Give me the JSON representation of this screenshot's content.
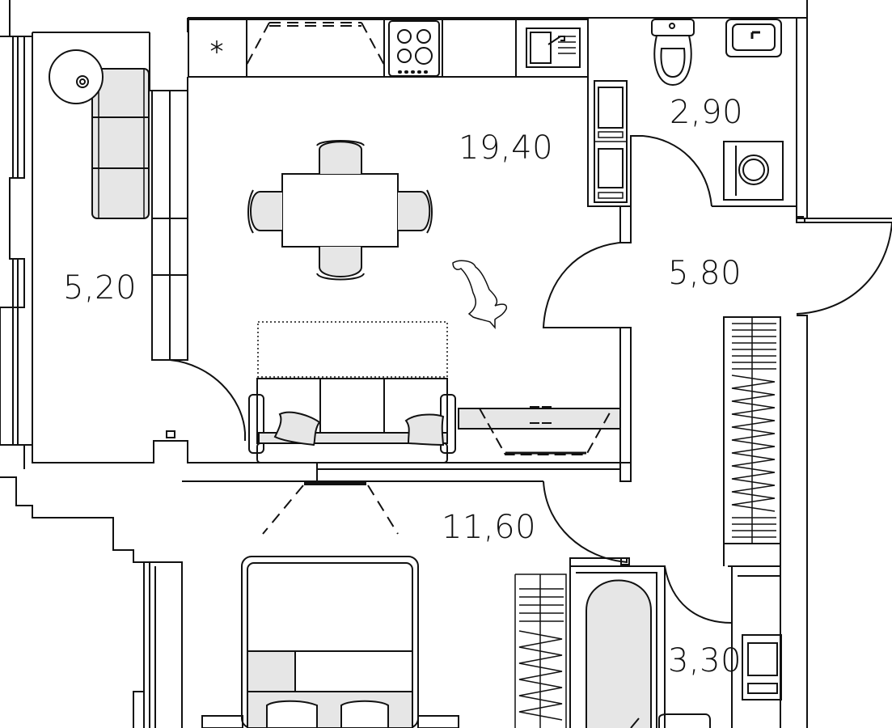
{
  "colors": {
    "wall": "#111111",
    "furniture_fill": "#e6e6e6",
    "background": "#ffffff"
  },
  "rooms": {
    "balcony": {
      "area": "5,20"
    },
    "kitchen_living": {
      "area": "19,40"
    },
    "wc": {
      "area": "2,90"
    },
    "hall": {
      "area": "5,80"
    },
    "bedroom": {
      "area": "11,60"
    },
    "bathroom": {
      "area": "3,30"
    }
  },
  "icons": [
    "snowflake-icon",
    "stove-icon",
    "sink-icon",
    "toilet-icon",
    "washbasin-icon",
    "washing-machine-icon",
    "bathtub-icon",
    "cat-icon",
    "floor-lamp-icon"
  ]
}
